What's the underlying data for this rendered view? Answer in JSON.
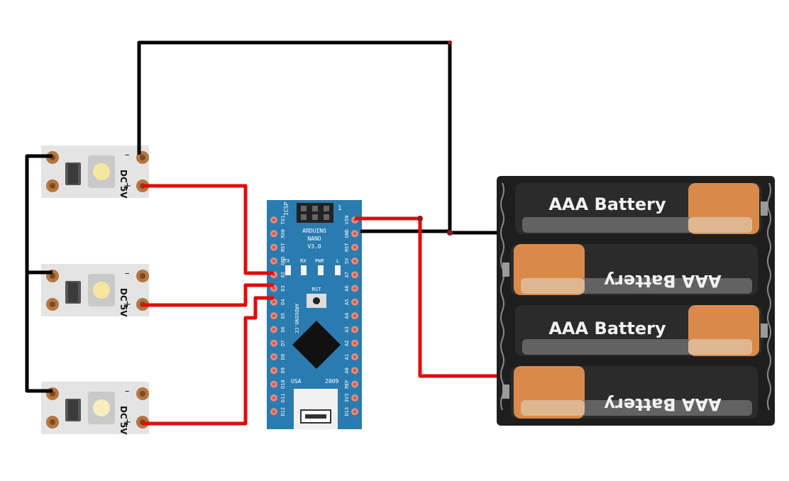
{
  "led_modules": [
    {
      "polarity_minus": "–",
      "polarity_plus": "+",
      "voltage": "DC 5V"
    },
    {
      "polarity_minus": "–",
      "polarity_plus": "+",
      "voltage": "DC 5V"
    },
    {
      "polarity_minus": "–",
      "polarity_plus": "+",
      "voltage": "DC 5V"
    }
  ],
  "arduino": {
    "title_line1": "ARDUINO",
    "title_line2": "NANO",
    "title_line3": "V3.0",
    "icsp": "ICSP",
    "icsp_pin": "1",
    "led_tx": "TX",
    "led_rx": "RX",
    "led_pwr": "PWR",
    "led_l": "L",
    "rst_button": "RST",
    "brand": "ARDUINO.CC",
    "origin": "USA",
    "year": "2009",
    "left_pins": [
      "TX1",
      "RX0",
      "RST",
      "GND",
      "D2",
      "D3",
      "D4",
      "D5",
      "D6",
      "D7",
      "D8",
      "D9",
      "D10",
      "D11",
      "D12"
    ],
    "right_pins": [
      "VIN",
      "GND",
      "RST",
      "5V",
      "A7",
      "A6",
      "A5",
      "A4",
      "A3",
      "A2",
      "A1",
      "A0",
      "REF",
      "3V3",
      "D13"
    ]
  },
  "battery_pack": {
    "cells": [
      {
        "label": "AAA Battery",
        "flipped": false
      },
      {
        "label": "AAA Battery",
        "flipped": true
      },
      {
        "label": "AAA Battery",
        "flipped": false
      },
      {
        "label": "AAA Battery",
        "flipped": true
      }
    ]
  },
  "colors": {
    "wire_power": "#e30a0a",
    "wire_ground": "#000000",
    "pcb": "#2a7bb0",
    "pcb_pad": "#e88a7a",
    "battery_body": "#2b2b2b",
    "battery_cap": "#d98a4a",
    "led_module": "#e6e6e6"
  }
}
